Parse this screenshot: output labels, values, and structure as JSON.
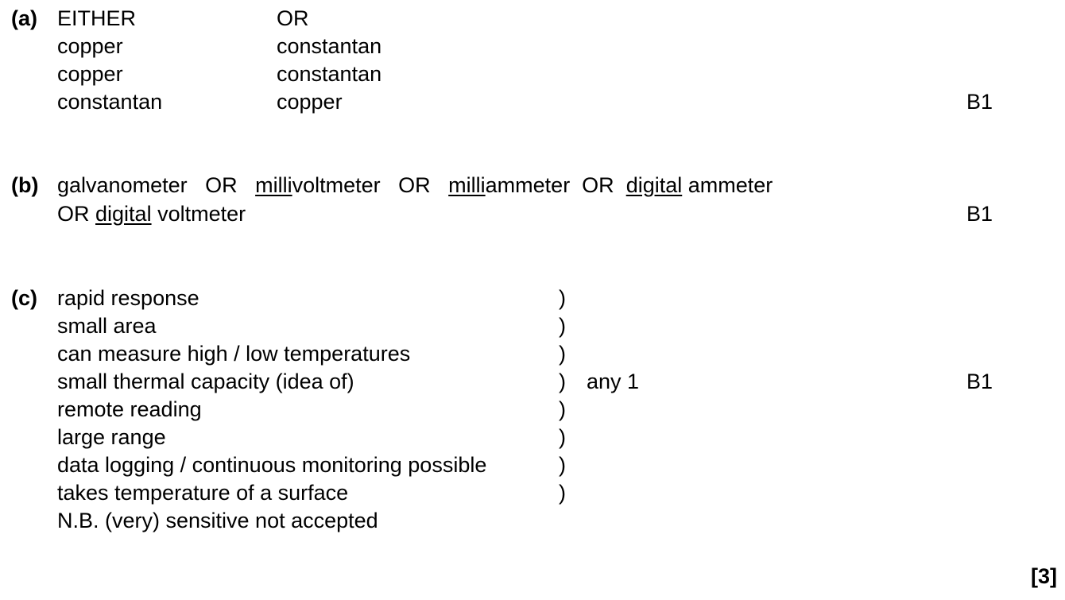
{
  "a": {
    "label": "(a)",
    "header": [
      "EITHER",
      "OR"
    ],
    "rows": [
      [
        "copper",
        "constantan"
      ],
      [
        "copper",
        "constantan"
      ],
      [
        "constantan",
        "copper"
      ]
    ],
    "mark": "B1"
  },
  "b": {
    "label": "(b)",
    "line1": {
      "p1": "galvanometer   OR   ",
      "u1": "milli",
      "p2": "voltmeter   OR   ",
      "u2": "milli",
      "p3": "ammeter  OR  ",
      "u3": "digital",
      "p4": " ammeter"
    },
    "line2": {
      "p1": "OR ",
      "u1": "digital",
      "p2": " voltmeter"
    },
    "mark": "B1"
  },
  "c": {
    "label": "(c)",
    "items": [
      "rapid response",
      "small area",
      "can measure high / low temperatures",
      "small thermal capacity (idea of)",
      "remote reading",
      "large range",
      "data logging / continuous monitoring possible",
      "takes temperature of a surface"
    ],
    "bracket": ")",
    "note": "any 1",
    "footnote": "N.B. (very) sensitive not accepted",
    "mark": "B1"
  },
  "total": "[3]"
}
